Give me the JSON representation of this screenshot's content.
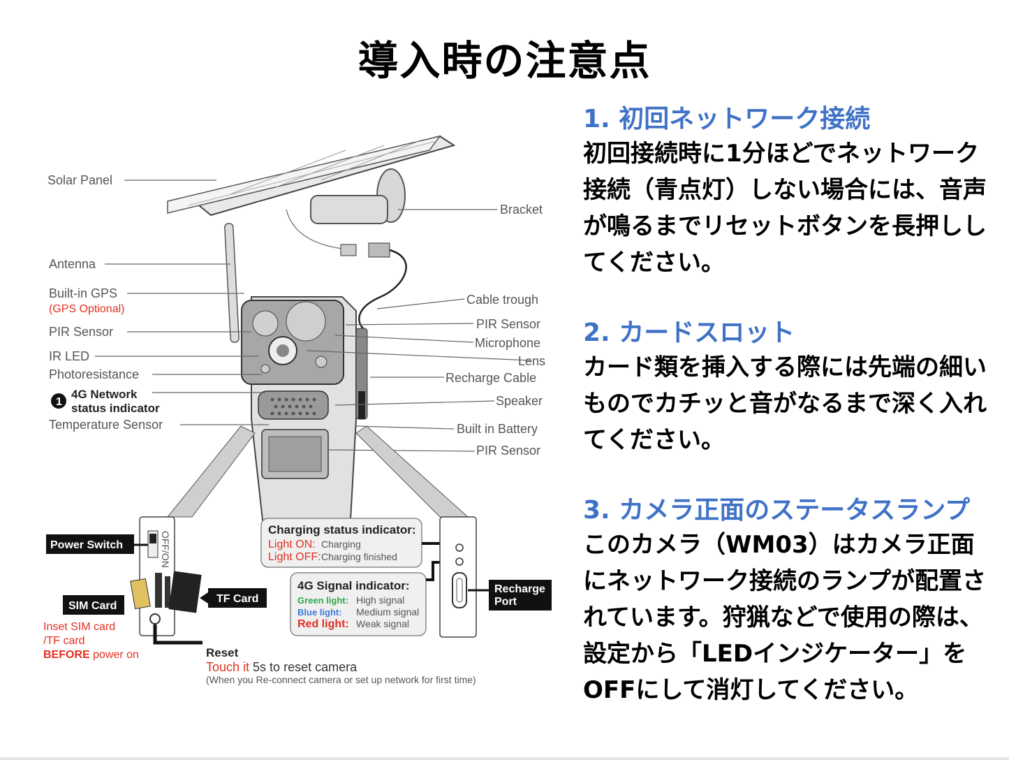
{
  "title": "導入時の注意点",
  "sections": [
    {
      "heading": "1. 初回ネットワーク接続",
      "body": "初回接続時に1分ほどでネットワーク接続（青点灯）しない場合には、音声が鳴るまでリセットボタンを長押ししてください。"
    },
    {
      "heading": "2. カードスロット",
      "body": "カード類を挿入する際には先端の細いものでカチッと音がなるまで深く入れてください。"
    },
    {
      "heading": "3. カメラ正面のステータスランプ",
      "body": "このカメラ（WM03）はカメラ正面にネットワーク接続のランプが配置されています。狩猟などで使用の際は、設定から「LEDインジケーター」をOFFにして消灯してください。"
    }
  ],
  "diagram": {
    "left_labels": {
      "solar_panel": "Solar Panel",
      "antenna": "Antenna",
      "gps": "Built-in GPS",
      "gps_optional": "(GPS Optional)",
      "pir": "PIR Sensor",
      "ir_led": "IR LED",
      "photoresistance": "Photoresistance",
      "network_num": "1",
      "network_line1": "4G Network",
      "network_line2": "status indicator",
      "temperature": "Temperature Sensor"
    },
    "right_labels": {
      "bracket": "Bracket",
      "cable_trough": "Cable trough",
      "pir1": "PIR Sensor",
      "microphone": "Microphone",
      "lens": "Lens",
      "recharge_cable": "Recharge Cable",
      "speaker": "Speaker",
      "battery": "Built in Battery",
      "pir2": "PIR Sensor"
    },
    "panel_left": {
      "power_switch": "Power Switch",
      "off_on": "OFF/ON",
      "sim_card": "SIM Card",
      "tf_card": "TF Card",
      "inset1": "Inset SIM card",
      "inset2": "/TF card",
      "inset3_red": "BEFORE",
      "inset3_rest": " power on",
      "reset": "Reset",
      "touch_red": "Touch it",
      "touch_rest": " 5s to reset camera",
      "reconnect": "(When you Re-connect camera or set up network for first time)"
    },
    "charging": {
      "title": "Charging status indicator:",
      "on_label": "Light ON:",
      "on_text": "Charging",
      "off_label": "Light OFF:",
      "off_text": "Charging finished"
    },
    "signal": {
      "title": "4G Signal indicator:",
      "green_label": "Green light:",
      "green_text": "High signal",
      "blue_label": "Blue light:",
      "blue_text": "Medium signal",
      "red_label": "Red light:",
      "red_text": "Weak signal"
    },
    "recharge_port_1": "Recharge",
    "recharge_port_2": "Port",
    "colors": {
      "accent": "#3f72c7",
      "red": "#e03020",
      "green": "#2ea84a",
      "blue": "#3a78d8"
    }
  }
}
